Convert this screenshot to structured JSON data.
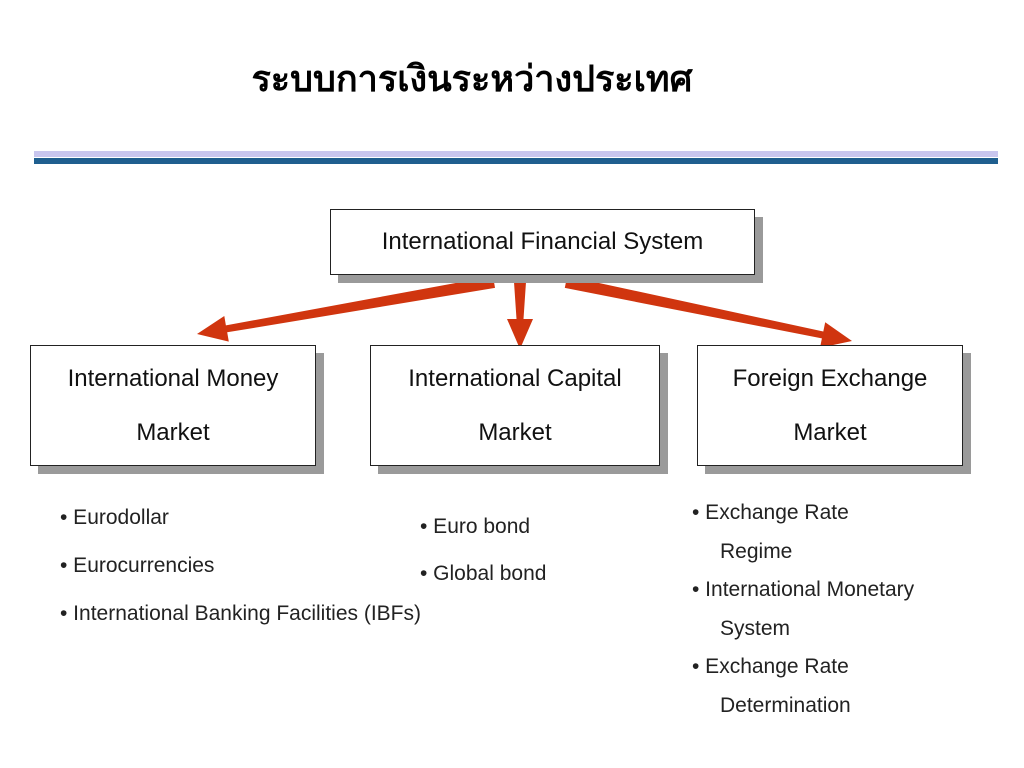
{
  "slide": {
    "title": "ระบบการเงินระหว่างประเทศ"
  },
  "colors": {
    "arrow": "#d0350f",
    "rule_light": "#c9c6ee",
    "rule_dark": "#1f5f8f",
    "box_shadow": "#9a9a9a"
  },
  "diagram": {
    "root": {
      "label": "International Financial System"
    },
    "children": [
      {
        "label_line1": "International Money",
        "label_line2": "Market",
        "items": [
          {
            "text": "• Eurodollar"
          },
          {
            "text": "• Eurocurrencies"
          },
          {
            "text": "• International Banking Facilities (IBFs)"
          }
        ]
      },
      {
        "label_line1": "International Capital",
        "label_line2": "Market",
        "items": [
          {
            "text": "• Euro bond"
          },
          {
            "text": "• Global bond"
          }
        ]
      },
      {
        "label_line1": "Foreign Exchange",
        "label_line2": "Market",
        "items": [
          {
            "line1": "• Exchange Rate",
            "line2": "Regime"
          },
          {
            "line1": "• International Monetary",
            "line2": "System"
          },
          {
            "line1": "• Exchange Rate",
            "line2": "Determination"
          }
        ]
      }
    ]
  }
}
